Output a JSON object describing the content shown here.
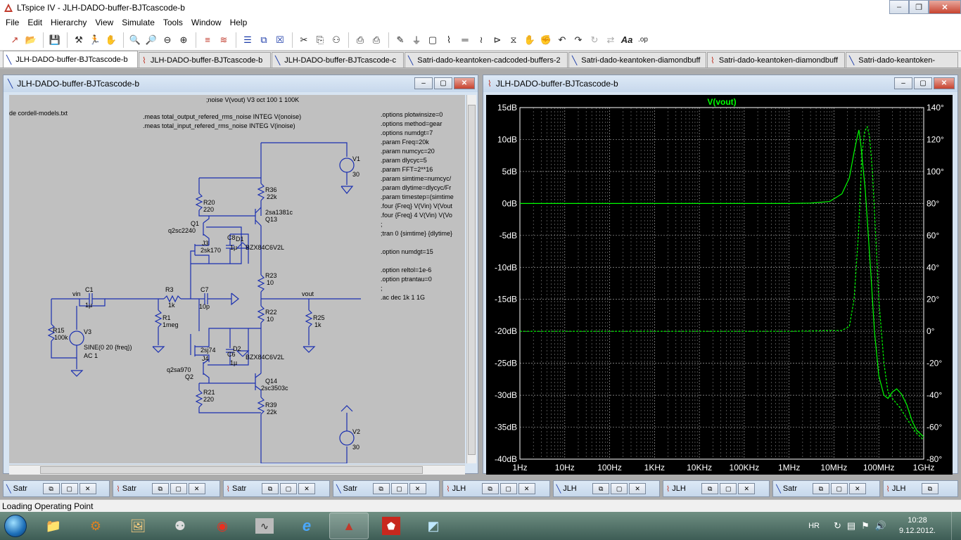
{
  "app": {
    "title": "LTspice IV - JLH-DADO-buffer-BJTcascode-b"
  },
  "menu": [
    "File",
    "Edit",
    "Hierarchy",
    "View",
    "Simulate",
    "Tools",
    "Window",
    "Help"
  ],
  "tabs": [
    {
      "label": "JLH-DADO-buffer-BJTcascode-b",
      "kind": "schematic",
      "active": true
    },
    {
      "label": "JLH-DADO-buffer-BJTcascode-b",
      "kind": "plot",
      "active": false
    },
    {
      "label": "JLH-DADO-buffer-BJTcascode-c",
      "kind": "schematic",
      "active": false
    },
    {
      "label": "Satri-dado-keantoken-cadcoded-buffers-2",
      "kind": "schematic",
      "active": false
    },
    {
      "label": "Satri-dado-keantoken-diamondbuff",
      "kind": "schematic",
      "active": false
    },
    {
      "label": "Satri-dado-keantoken-diamondbuff",
      "kind": "plot",
      "active": false
    },
    {
      "label": "Satri-dado-keantoken-",
      "kind": "schematic",
      "active": false
    }
  ],
  "schematic_window": {
    "title": "JLH-DADO-buffer-BJTcascode-b",
    "directives_top": [
      ";noise V(vout) V3 oct 100 1 100K",
      ".meas total_output_refered_rms_noise INTEG V(onoise)",
      ".meas total_input_refered_rms_noise INTEG V(inoise)"
    ],
    "include_text": "de cordell-models.txt",
    "directives_right": [
      ".options plotwinsize=0",
      ".options method=gear",
      ".options numdgt=7",
      ".param Freq=20k",
      ".param numcyc=20",
      ".param dlycyc=5",
      ".param FFT=2**16",
      ".param simtime=numcyc/",
      ".param dlytime=dlycyc/Fr",
      ".param timestep=(simtime",
      ".four {Freq} V(Vin) V(Vout",
      ".four {Freq} 4 V(Vin) V(Vo",
      ";",
      ";tran 0 {simtime} {dlytime}",
      "",
      ".option numdgt=15",
      "",
      ".option reltol=1e-6",
      ".option ptrantau=0",
      ";",
      ".ac dec 1k 1 1G"
    ],
    "labels": {
      "v1": "V1",
      "v1_val": "30",
      "v2": "V2",
      "v2_val": "30",
      "r36": "R36",
      "r36_val": "22k",
      "r20": "R20",
      "r20_val": "220",
      "q13_model": "2sa1381c",
      "q13": "Q13",
      "q1": "Q1",
      "q1_model": "q2sc2240",
      "c8": "C8",
      "d1": "D1",
      "j3": "J3",
      "j3_model": "2sk170",
      "c8_val": "1µ",
      "d1_model": "BZX84C6V2L",
      "r23": "R23",
      "r23_val": "10",
      "vin": "vin",
      "c1": "C1",
      "c1_val": "1µ",
      "r3": "R3",
      "r3_val": "1k",
      "c7": "C7",
      "c7_val": "10p",
      "vout": "vout",
      "r1": "R1",
      "r1_val": "1meg",
      "r22": "R22",
      "r22_val": "10",
      "r25": "R25",
      "r25_val": "1k",
      "r15": "R15",
      "r15_val": "100k",
      "v3": "V3",
      "v3_sine": "SINE(0 20 {freq})",
      "v3_ac": "AC 1",
      "j4_model": "2sj74",
      "j4": "J4",
      "c6": "C6",
      "c6_val": "1µ",
      "d2": "D2",
      "d2_model": "BZX84C6V2L",
      "q2_model": "q2sa970",
      "q2": "Q2",
      "q14": "Q14",
      "q14_model": "2sc3503c",
      "r21": "R21",
      "r21_val": "220",
      "r39": "R39",
      "r39_val": "22k"
    }
  },
  "plot_window": {
    "title": "JLH-DADO-buffer-BJTcascode-b",
    "trace_label": "V(vout)"
  },
  "chart_data": {
    "type": "line",
    "title": "",
    "series_label": "V(vout)",
    "x_scale": "log",
    "x_ticks": [
      "1Hz",
      "10Hz",
      "100Hz",
      "1KHz",
      "10KHz",
      "100KHz",
      "1MHz",
      "10MHz",
      "100MHz",
      "1GHz"
    ],
    "xlim_hz": [
      1,
      1000000000
    ],
    "y_left_ticks": [
      "15dB",
      "10dB",
      "5dB",
      "0dB",
      "-5dB",
      "-10dB",
      "-15dB",
      "-20dB",
      "-25dB",
      "-30dB",
      "-35dB",
      "-40dB"
    ],
    "ylim_left_db": [
      -40,
      15
    ],
    "y_right_ticks": [
      "140°",
      "120°",
      "100°",
      "80°",
      "60°",
      "40°",
      "20°",
      "0°",
      "-20°",
      "-40°",
      "-60°",
      "-80°"
    ],
    "ylim_right_deg": [
      -80,
      140
    ],
    "grid": true,
    "series": [
      {
        "name": "V(vout)",
        "axis": "left",
        "style": "solid",
        "x": [
          1,
          1000,
          1000000,
          3000000,
          8000000,
          15000000,
          22000000,
          28000000,
          32000000,
          36000000,
          40000000,
          50000000,
          65000000,
          80000000,
          100000000,
          130000000,
          160000000,
          200000000,
          250000000,
          320000000,
          420000000,
          550000000,
          700000000,
          1000000000
        ],
        "values": [
          0,
          0,
          0,
          0.05,
          0.3,
          1.5,
          4,
          8,
          10,
          11.5,
          9,
          2,
          -10,
          -20,
          -27,
          -30,
          -30.5,
          -29.5,
          -29,
          -29.8,
          -31.5,
          -34,
          -35.5,
          -36.5
        ]
      },
      {
        "name": "V(vout) phase",
        "axis": "right",
        "style": "dashed",
        "x": [
          1,
          1000,
          1000000,
          15000000,
          22000000,
          28000000,
          35000000,
          42000000,
          48000000,
          55000000,
          62000000,
          72000000,
          85000000,
          100000000,
          130000000,
          160000000,
          200000000,
          300000000,
          450000000,
          650000000,
          1000000000
        ],
        "values": [
          0,
          0,
          0,
          0.5,
          3,
          20,
          60,
          110,
          125,
          128,
          122,
          100,
          60,
          20,
          -20,
          -38,
          -42,
          -48,
          -56,
          -63,
          -68
        ]
      }
    ]
  },
  "minimized_windows": [
    {
      "label": "Satr",
      "kind": "schematic"
    },
    {
      "label": "Satr",
      "kind": "plot"
    },
    {
      "label": "Satr",
      "kind": "plot"
    },
    {
      "label": "Satr",
      "kind": "schematic"
    },
    {
      "label": "JLH",
      "kind": "plot"
    },
    {
      "label": "JLH",
      "kind": "schematic"
    },
    {
      "label": "JLH",
      "kind": "plot"
    },
    {
      "label": "Satr",
      "kind": "schematic"
    },
    {
      "label": "JLH",
      "kind": "plot"
    }
  ],
  "status": {
    "text": "Loading Operating Point"
  },
  "taskbar": {
    "lang": "HR",
    "time": "10:28",
    "date": "9.12.2012."
  },
  "colors": {
    "trace": "#00ff00",
    "plot_bg": "#000000",
    "wire": "#1a2fb0",
    "component": "#1a2fb0"
  }
}
